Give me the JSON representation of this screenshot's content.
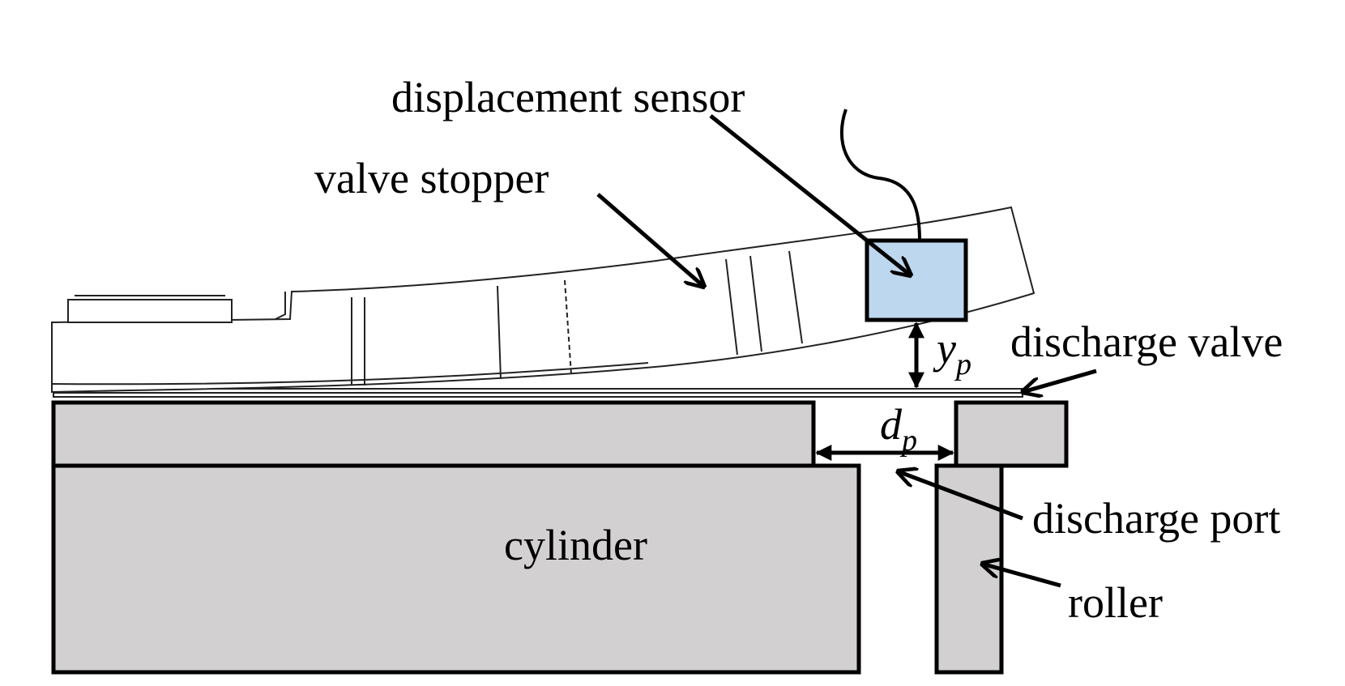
{
  "labels": {
    "displacement_sensor": "displacement sensor",
    "valve_stopper": "valve stopper",
    "discharge_valve": "discharge valve",
    "discharge_port": "discharge port",
    "roller": "roller",
    "cylinder": "cylinder"
  },
  "symbols": {
    "lift_main": "y",
    "lift_sub": "p",
    "diameter_main": "d",
    "diameter_sub": "p"
  },
  "colors": {
    "block_fill": "#d2d0d1",
    "sensor_fill": "#bdd7ee",
    "line": "#000000"
  }
}
